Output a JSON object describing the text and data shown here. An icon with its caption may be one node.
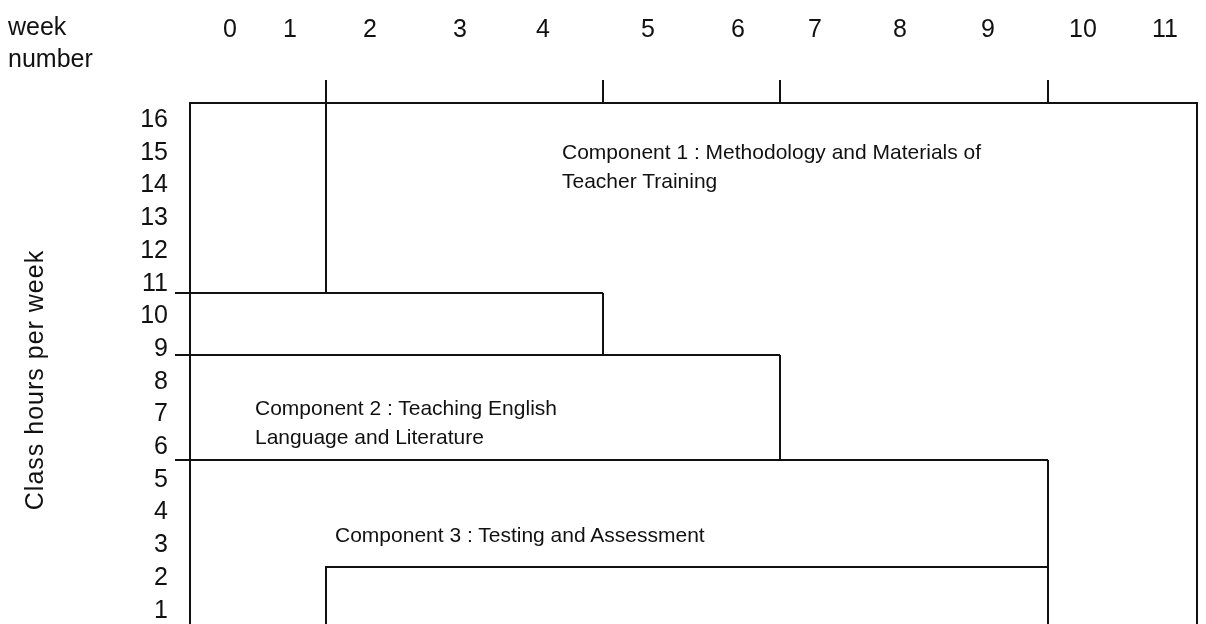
{
  "diagram": {
    "nodes": [
      {
        "text": [
          "Component 1 : Methodology and Materials of Teacher Training"
        ]
      },
      {
        "text": [
          "Component 2 : Teaching English Language and Literature"
        ]
      },
      {
        "text": [
          "Component 3 : Testing and Assessment"
        ]
      }
    ],
    "labels": [
      "week number",
      "0",
      "1",
      "2",
      "3",
      "4",
      "5",
      "6",
      "7",
      "8",
      "9",
      "10",
      "11",
      "Class hours per week",
      "16",
      "15",
      "14",
      "13",
      "12",
      "11",
      "10",
      "9",
      "8",
      "7",
      "6",
      "5",
      "4",
      "3",
      "2",
      "1"
    ]
  }
}
